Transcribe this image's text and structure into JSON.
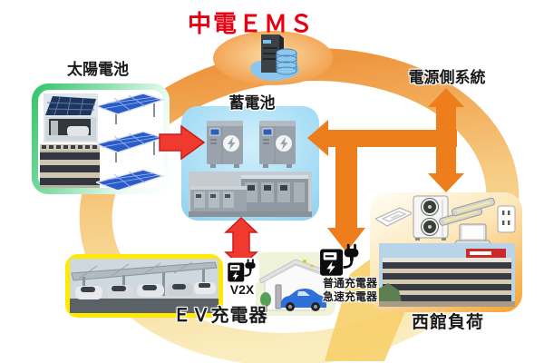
{
  "title": "中電ＥＭＳ",
  "nodes": {
    "solar": {
      "label": "太陽電池"
    },
    "battery": {
      "label": "蓄電池"
    },
    "grid": {
      "label": "電源側系統"
    },
    "ev": {
      "label": "ＥＶ充電器",
      "v2x": "V2X"
    },
    "home": {
      "charger_normal": "普通充電器",
      "charger_quick": "急速充電器"
    },
    "west": {
      "label": "西館負荷"
    }
  },
  "icons": {
    "ems": "cloud-server-icon",
    "solar": "solar-panel-icon",
    "battery": "battery-cabinet-icon",
    "charger": "ev-charger-plug-icon",
    "west": [
      "ceiling-ac-icon",
      "outdoor-ac-icon",
      "fluorescent-light-icon",
      "laptop-icon",
      "outlet-icon"
    ],
    "home": [
      "house-icon",
      "ev-car-icon",
      "tree-icon",
      "charge-post-icon"
    ]
  },
  "arrows": [
    {
      "name": "solar-to-battery",
      "color": "#f0392f",
      "direction": "right"
    },
    {
      "name": "battery-v2x-bidirectional",
      "color": "#f0392f",
      "direction": "both"
    },
    {
      "name": "grid-to-battery",
      "color": "#ee7d1c",
      "direction": "left"
    },
    {
      "name": "grid-westload-bidirectional",
      "color": "#ee7d1c",
      "direction": "both"
    },
    {
      "name": "to-home-chargers",
      "color": "#ee7d1c",
      "direction": "down"
    }
  ],
  "colors": {
    "title": "#e60012",
    "ring_top": "#ef9740",
    "ring_bottom": "#faeebf",
    "solar_block": "#2fc468",
    "battery_block": "#74c0e8",
    "ev_block": "#ffe900",
    "west_block": "#f5a232",
    "arrow_red": "#f0392f",
    "arrow_orange": "#ee7d1c"
  }
}
